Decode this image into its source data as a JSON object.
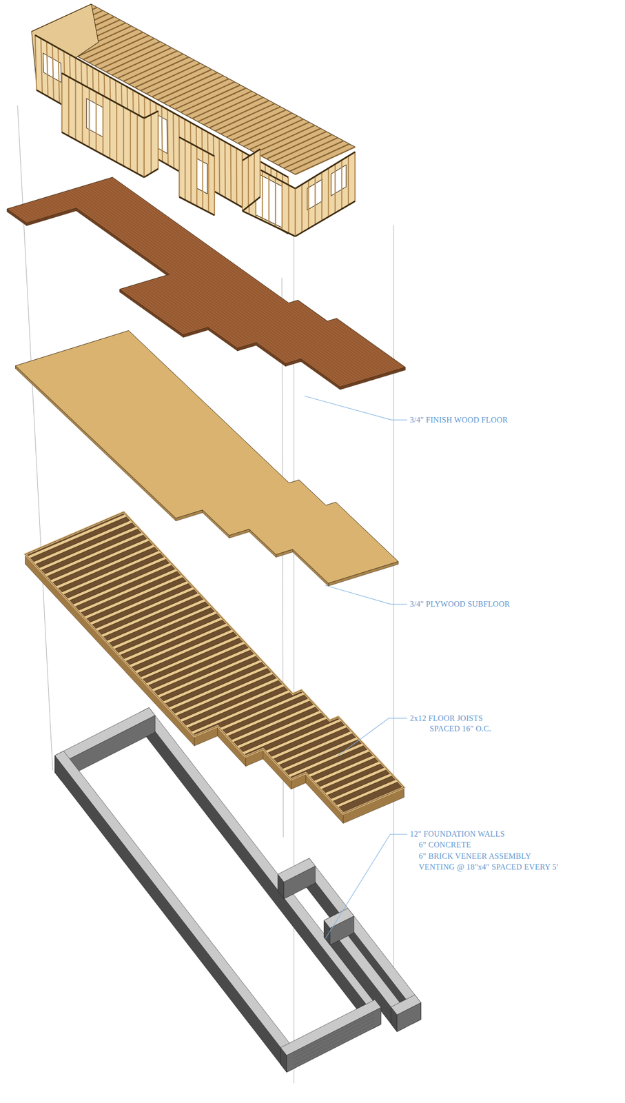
{
  "diagram": {
    "labels": [
      "3/4\" FINISH WOOD FLOOR",
      "3/4\" PLYWOOD SUBFLOOR",
      "2x12 FLOOR JOISTS",
      "SPACED 16\" O.C.",
      "12\" FOUNDATION WALLS",
      "6\" CONCRETE",
      "6\" BRICK VENEER ASSEMBLY",
      "VENTING @ 18\"x4\" SPACED EVERY 5'"
    ]
  }
}
